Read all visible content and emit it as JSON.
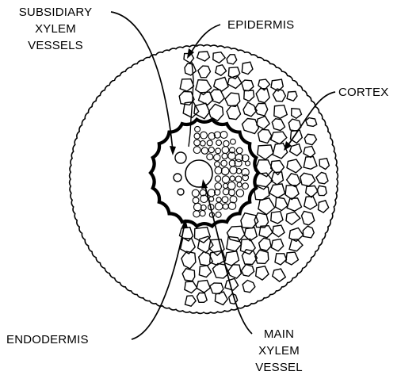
{
  "diagram": {
    "labels": {
      "subsidiary_xylem": [
        "SUBSIDIARY",
        "XYLEM",
        "VESSELS"
      ],
      "epidermis": "EPIDERMIS",
      "cortex": "CORTEX",
      "endodermis": "ENDODERMIS",
      "main_xylem": [
        "MAIN",
        "XYLEM",
        "VESSEL"
      ]
    }
  }
}
